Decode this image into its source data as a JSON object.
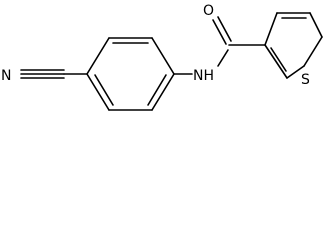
{
  "molecule": {
    "atoms": {
      "nitrogen_nitrile": "N",
      "nitrogen_amide": "NH",
      "oxygen": "O",
      "sulfur": "S"
    },
    "colors": {
      "bond": "#000000",
      "label": "#000000",
      "background": "#ffffff"
    }
  }
}
